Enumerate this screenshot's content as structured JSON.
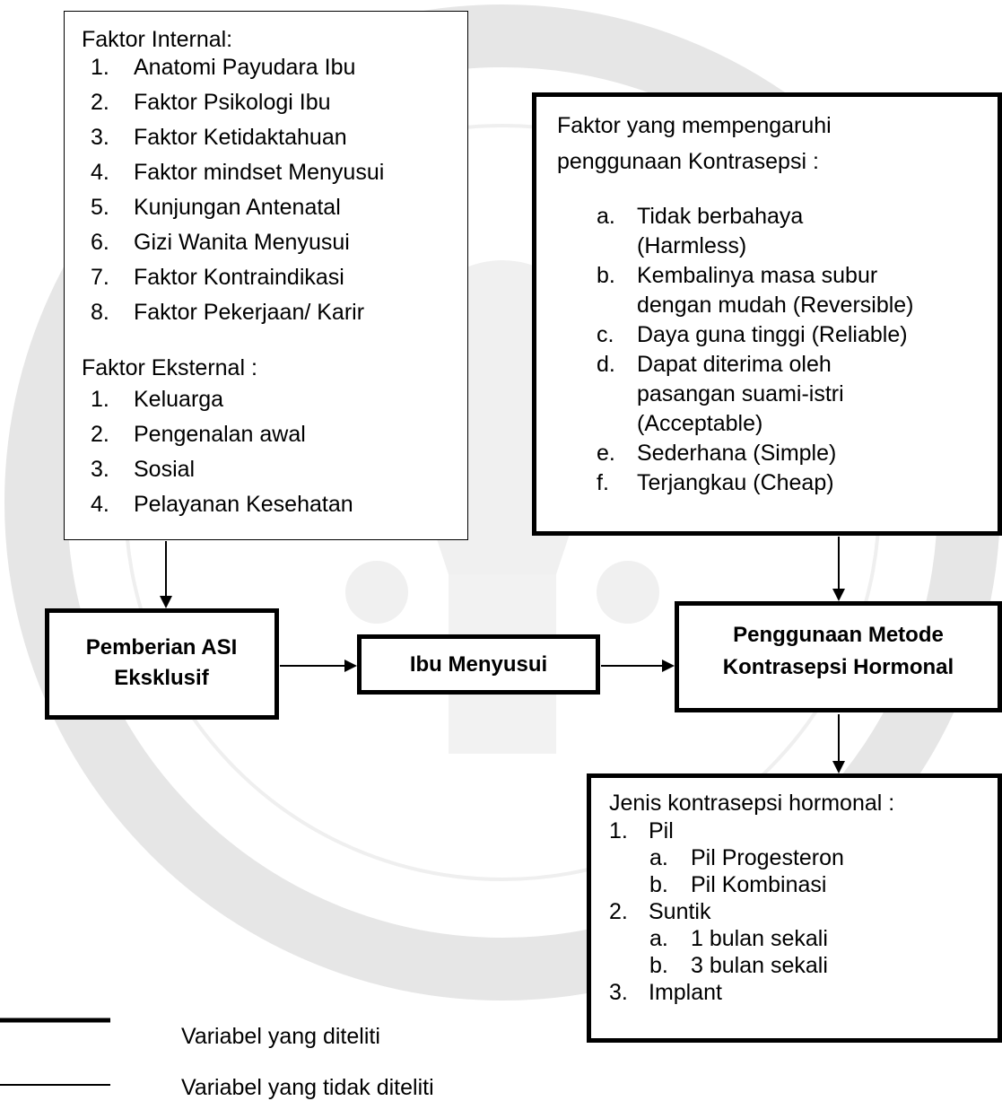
{
  "internal": {
    "title": "Faktor Internal:",
    "items": [
      {
        "num": "1.",
        "text": "Anatomi Payudara Ibu"
      },
      {
        "num": "2.",
        "text": "Faktor Psikologi Ibu"
      },
      {
        "num": "3.",
        "text": "Faktor Ketidaktahuan"
      },
      {
        "num": "4.",
        "text": "Faktor mindset Menyusui"
      },
      {
        "num": "5.",
        "text": "Kunjungan Antenatal"
      },
      {
        "num": "6.",
        "text": "Gizi Wanita Menyusui"
      },
      {
        "num": "7.",
        "text": "Faktor Kontraindikasi"
      },
      {
        "num": "8.",
        "text": "Faktor Pekerjaan/ Karir"
      }
    ]
  },
  "external": {
    "title": "Faktor Eksternal :",
    "items": [
      {
        "num": "1.",
        "text": "Keluarga"
      },
      {
        "num": "2.",
        "text": "Pengenalan awal"
      },
      {
        "num": "3.",
        "text": "Sosial"
      },
      {
        "num": "4.",
        "text": "Pelayanan Kesehatan"
      }
    ]
  },
  "factors": {
    "title_line1": "Faktor yang mempengaruhi",
    "title_line2": "penggunaan Kontrasepsi :",
    "items": [
      {
        "letter": "a.",
        "lines": [
          "Tidak berbahaya",
          "(Harmless)"
        ]
      },
      {
        "letter": "b.",
        "lines": [
          "Kembalinya masa subur",
          "dengan mudah (Reversible)"
        ]
      },
      {
        "letter": "c.",
        "lines": [
          "Daya guna tinggi (Reliable)"
        ]
      },
      {
        "letter": "d.",
        "lines": [
          "Dapat diterima oleh",
          "pasangan suami-istri",
          "(Acceptable)"
        ]
      },
      {
        "letter": "e.",
        "lines": [
          "Sederhana (Simple)"
        ]
      },
      {
        "letter": "f.",
        "lines": [
          "Terjangkau (Cheap)"
        ]
      }
    ]
  },
  "nodes": {
    "asi": "Pemberian ASI Eksklusif",
    "ibu": "Ibu Menyusui",
    "metode": "Penggunaan Metode Kontrasepsi Hormonal"
  },
  "jenis": {
    "title": "Jenis kontrasepsi hormonal :",
    "items": [
      {
        "num": "1.",
        "text": "Pil",
        "subs": [
          {
            "letter": "a.",
            "text": "Pil Progesteron"
          },
          {
            "letter": "b.",
            "text": "Pil Kombinasi"
          }
        ]
      },
      {
        "num": "2.",
        "text": "Suntik",
        "subs": [
          {
            "letter": "a.",
            "text": "1 bulan sekali"
          },
          {
            "letter": "b.",
            "text": "3 bulan sekali"
          }
        ]
      },
      {
        "num": "3.",
        "text": "Implant",
        "subs": []
      }
    ]
  },
  "legend": {
    "studied": "Variabel yang diteliti",
    "not_studied": "Variabel yang tidak diteliti"
  }
}
